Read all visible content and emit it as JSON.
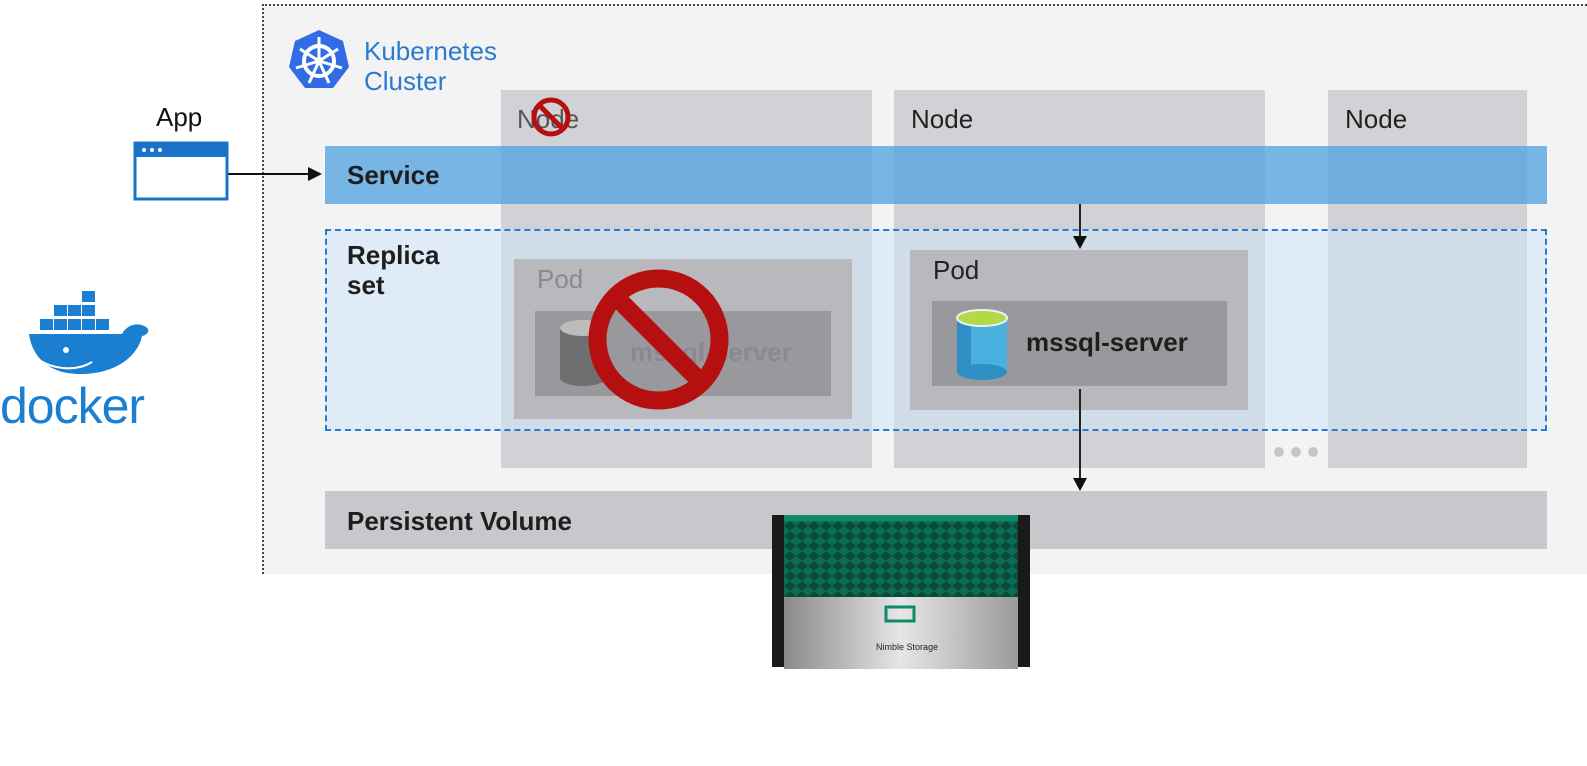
{
  "cluster": {
    "title_line1": "Kubernetes",
    "title_line2": "Cluster"
  },
  "app": {
    "label": "App"
  },
  "docker": {
    "label": "docker"
  },
  "nodes": [
    {
      "label": "Node"
    },
    {
      "label": "Node"
    },
    {
      "label": "Node"
    }
  ],
  "service": {
    "label": "Service"
  },
  "replica_set": {
    "label_line1": "Replica",
    "label_line2": "set"
  },
  "pods": [
    {
      "label": "Pod",
      "container": "mssql-server",
      "status": "blocked"
    },
    {
      "label": "Pod",
      "container": "mssql-server",
      "status": "running"
    }
  ],
  "persistent_volume": {
    "label": "Persistent Volume"
  },
  "storage": {
    "label": "Nimble Storage"
  },
  "colors": {
    "service": "#4ea0e0",
    "replica_border": "#2a7bd0",
    "prohibited": "#b5100f",
    "kubernetes": "#326ce5",
    "docker": "#1a7fd0",
    "storage_accent": "#0f8a6a"
  },
  "icons": [
    "kubernetes-helm-icon",
    "app-window-icon",
    "docker-whale-icon",
    "database-cylinder-icon",
    "prohibited-icon",
    "ellipsis-icon",
    "storage-array-icon"
  ]
}
